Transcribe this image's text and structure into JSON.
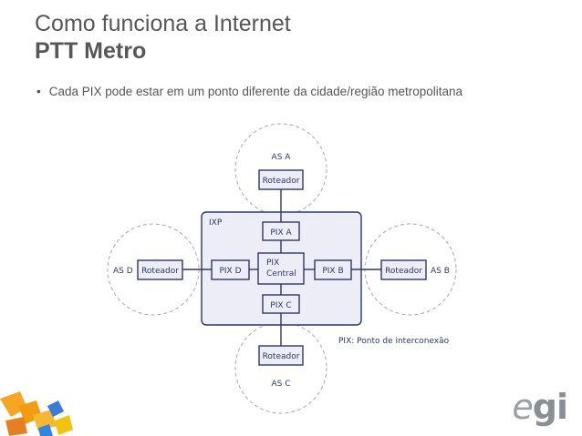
{
  "slide": {
    "title": "Como funciona a Internet",
    "subtitle": "PTT Metro",
    "bullet": "Cada PIX pode estar em um ponto diferente da cidade/região metropolitana"
  },
  "diagram": {
    "ixp_label": "IXP",
    "as_a": "AS A",
    "as_b": "AS B",
    "as_c": "AS C",
    "as_d": "AS D",
    "router_label": "Roteador",
    "pix_a": "PIX A",
    "pix_b": "PIX B",
    "pix_c": "PIX C",
    "pix_d": "PIX D",
    "pix_central_line1": "PIX",
    "pix_central_line2": "Central",
    "legend": "PIX: Ponto de interconexão"
  },
  "logo": {
    "e": "e",
    "gi": "gi"
  },
  "colors": {
    "box_fill": "#ecedf6",
    "box_stroke": "#2f3768",
    "dashed": "#a8a8a8",
    "text": "#2f3768"
  }
}
